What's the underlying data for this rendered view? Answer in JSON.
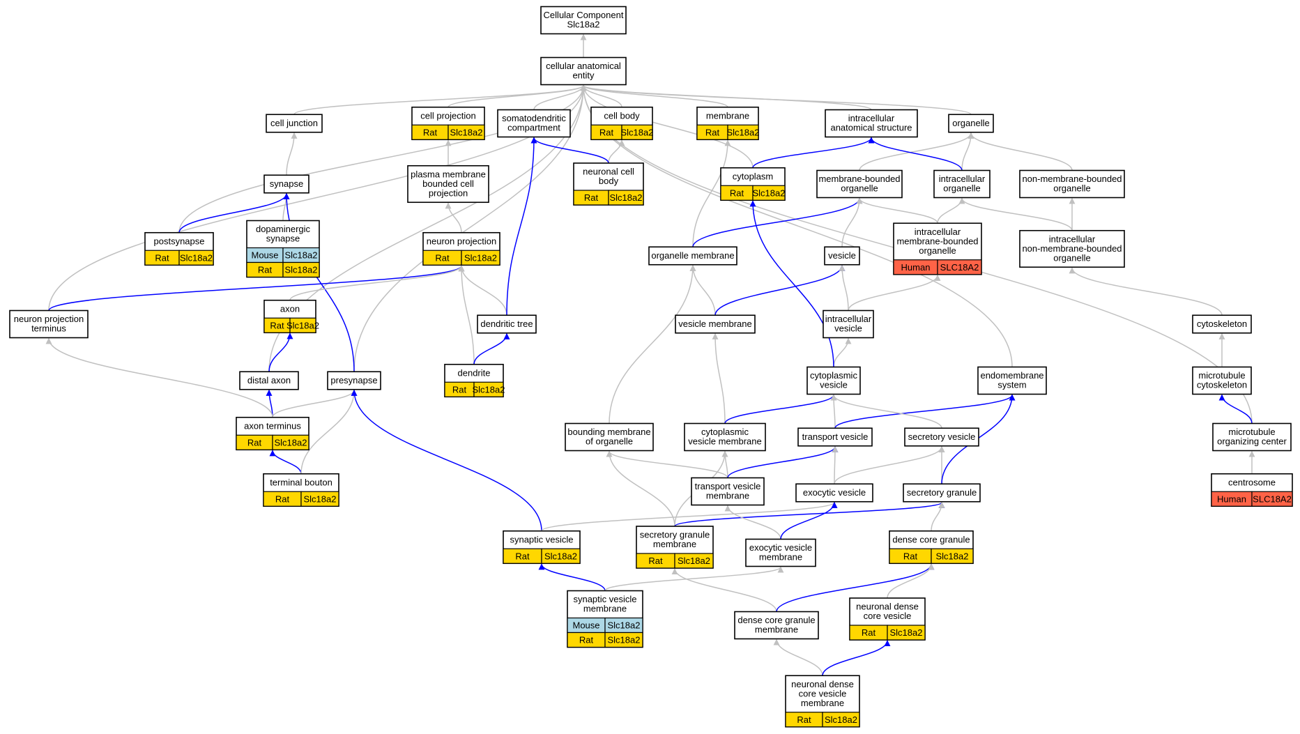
{
  "colors": {
    "rat": "#ffd700",
    "mouse": "#add8e6",
    "human": "#ff6347",
    "edge_is_a": "#c0c0c0",
    "edge_part_of": "#0000ff"
  },
  "nodes": [
    {
      "id": "cc",
      "name": "node-cellular-component",
      "lines": [
        "Cellular Component",
        "Slc18a2"
      ],
      "species": []
    },
    {
      "id": "cae",
      "name": "node-cellular-anatomical-entity",
      "lines": [
        "cellular anatomical",
        "entity"
      ],
      "species": []
    },
    {
      "id": "cj",
      "name": "node-cell-junction",
      "lines": [
        "cell junction"
      ],
      "species": []
    },
    {
      "id": "cproj",
      "name": "node-cell-projection",
      "lines": [
        "cell projection"
      ],
      "species": [
        [
          "Rat",
          "Slc18a2"
        ]
      ]
    },
    {
      "id": "somato",
      "name": "node-somatodendritic-compartment",
      "lines": [
        "somatodendritic",
        "compartment"
      ],
      "species": []
    },
    {
      "id": "cbody",
      "name": "node-cell-body",
      "lines": [
        "cell body"
      ],
      "species": [
        [
          "Rat",
          "Slc18a2"
        ]
      ]
    },
    {
      "id": "membrane",
      "name": "node-membrane",
      "lines": [
        "membrane"
      ],
      "species": [
        [
          "Rat",
          "Slc18a2"
        ]
      ]
    },
    {
      "id": "ias",
      "name": "node-intracellular-anatomical-structure",
      "lines": [
        "intracellular",
        "anatomical structure"
      ],
      "species": []
    },
    {
      "id": "organelle",
      "name": "node-organelle",
      "lines": [
        "organelle"
      ],
      "species": []
    },
    {
      "id": "synapse",
      "name": "node-synapse",
      "lines": [
        "synapse"
      ],
      "species": []
    },
    {
      "id": "pmbcp",
      "name": "node-plasma-membrane-bounded-cell-projection",
      "lines": [
        "plasma membrane",
        "bounded cell",
        "projection"
      ],
      "species": []
    },
    {
      "id": "ncb",
      "name": "node-neuronal-cell-body",
      "lines": [
        "neuronal cell",
        "body"
      ],
      "species": [
        [
          "Rat",
          "Slc18a2"
        ]
      ]
    },
    {
      "id": "cytoplasm",
      "name": "node-cytoplasm",
      "lines": [
        "cytoplasm"
      ],
      "species": [
        [
          "Rat",
          "Slc18a2"
        ]
      ]
    },
    {
      "id": "mbo",
      "name": "node-membrane-bounded-organelle",
      "lines": [
        "membrane-bounded",
        "organelle"
      ],
      "species": []
    },
    {
      "id": "io",
      "name": "node-intracellular-organelle",
      "lines": [
        "intracellular",
        "organelle"
      ],
      "species": []
    },
    {
      "id": "nmbo",
      "name": "node-non-membrane-bounded-organelle",
      "lines": [
        "non-membrane-bounded",
        "organelle"
      ],
      "species": []
    },
    {
      "id": "postsyn",
      "name": "node-postsynapse",
      "lines": [
        "postsynapse"
      ],
      "species": [
        [
          "Rat",
          "Slc18a2"
        ]
      ]
    },
    {
      "id": "dasyn",
      "name": "node-dopaminergic-synapse",
      "lines": [
        "dopaminergic",
        "synapse"
      ],
      "species": [
        [
          "Mouse",
          "Slc18a2"
        ],
        [
          "Rat",
          "Slc18a2"
        ]
      ]
    },
    {
      "id": "nproj",
      "name": "node-neuron-projection",
      "lines": [
        "neuron projection"
      ],
      "species": [
        [
          "Rat",
          "Slc18a2"
        ]
      ]
    },
    {
      "id": "orgmem",
      "name": "node-organelle-membrane",
      "lines": [
        "organelle membrane"
      ],
      "species": []
    },
    {
      "id": "vesicle",
      "name": "node-vesicle",
      "lines": [
        "vesicle"
      ],
      "species": []
    },
    {
      "id": "imbo",
      "name": "node-intracellular-membrane-bounded-organelle",
      "lines": [
        "intracellular",
        "membrane-bounded",
        "organelle"
      ],
      "species": [
        [
          "Human",
          "SLC18A2"
        ]
      ]
    },
    {
      "id": "inmbo",
      "name": "node-intracellular-non-membrane-bounded-organelle",
      "lines": [
        "intracellular",
        "non-membrane-bounded",
        "organelle"
      ],
      "species": []
    },
    {
      "id": "npt",
      "name": "node-neuron-projection-terminus",
      "lines": [
        "neuron projection",
        "terminus"
      ],
      "species": []
    },
    {
      "id": "axon",
      "name": "node-axon",
      "lines": [
        "axon"
      ],
      "species": [
        [
          "Rat",
          "Slc18a2"
        ]
      ]
    },
    {
      "id": "dtree",
      "name": "node-dendritic-tree",
      "lines": [
        "dendritic tree"
      ],
      "species": []
    },
    {
      "id": "vesmem",
      "name": "node-vesicle-membrane",
      "lines": [
        "vesicle membrane"
      ],
      "species": []
    },
    {
      "id": "ivesicle",
      "name": "node-intracellular-vesicle",
      "lines": [
        "intracellular",
        "vesicle"
      ],
      "species": []
    },
    {
      "id": "cytoskel",
      "name": "node-cytoskeleton",
      "lines": [
        "cytoskeleton"
      ],
      "species": []
    },
    {
      "id": "daxon",
      "name": "node-distal-axon",
      "lines": [
        "distal axon"
      ],
      "species": []
    },
    {
      "id": "presyn",
      "name": "node-presynapse",
      "lines": [
        "presynapse"
      ],
      "species": []
    },
    {
      "id": "dendrite",
      "name": "node-dendrite",
      "lines": [
        "dendrite"
      ],
      "species": [
        [
          "Rat",
          "Slc18a2"
        ]
      ]
    },
    {
      "id": "cytves",
      "name": "node-cytoplasmic-vesicle",
      "lines": [
        "cytoplasmic",
        "vesicle"
      ],
      "species": []
    },
    {
      "id": "endo",
      "name": "node-endomembrane-system",
      "lines": [
        "endomembrane",
        "system"
      ],
      "species": []
    },
    {
      "id": "mtcyto",
      "name": "node-microtubule-cytoskeleton",
      "lines": [
        "microtubule",
        "cytoskeleton"
      ],
      "species": []
    },
    {
      "id": "axterm",
      "name": "node-axon-terminus",
      "lines": [
        "axon terminus"
      ],
      "species": [
        [
          "Rat",
          "Slc18a2"
        ]
      ]
    },
    {
      "id": "bmo",
      "name": "node-bounding-membrane-of-organelle",
      "lines": [
        "bounding membrane",
        "of organelle"
      ],
      "species": []
    },
    {
      "id": "cvm",
      "name": "node-cytoplasmic-vesicle-membrane",
      "lines": [
        "cytoplasmic",
        "vesicle membrane"
      ],
      "species": []
    },
    {
      "id": "tv",
      "name": "node-transport-vesicle",
      "lines": [
        "transport vesicle"
      ],
      "species": []
    },
    {
      "id": "sv",
      "name": "node-secretory-vesicle",
      "lines": [
        "secretory vesicle"
      ],
      "species": []
    },
    {
      "id": "mtoc",
      "name": "node-microtubule-organizing-center",
      "lines": [
        "microtubule",
        "organizing center"
      ],
      "species": []
    },
    {
      "id": "tbouton",
      "name": "node-terminal-bouton",
      "lines": [
        "terminal bouton"
      ],
      "species": [
        [
          "Rat",
          "Slc18a2"
        ]
      ]
    },
    {
      "id": "tvm",
      "name": "node-transport-vesicle-membrane",
      "lines": [
        "transport vesicle",
        "membrane"
      ],
      "species": []
    },
    {
      "id": "exov",
      "name": "node-exocytic-vesicle",
      "lines": [
        "exocytic vesicle"
      ],
      "species": []
    },
    {
      "id": "sg",
      "name": "node-secretory-granule",
      "lines": [
        "secretory granule"
      ],
      "species": []
    },
    {
      "id": "centrosome",
      "name": "node-centrosome",
      "lines": [
        "centrosome"
      ],
      "species": [
        [
          "Human",
          "SLC18A2"
        ]
      ]
    },
    {
      "id": "synves",
      "name": "node-synaptic-vesicle",
      "lines": [
        "synaptic vesicle"
      ],
      "species": [
        [
          "Rat",
          "Slc18a2"
        ]
      ]
    },
    {
      "id": "sgm",
      "name": "node-secretory-granule-membrane",
      "lines": [
        "secretory granule",
        "membrane"
      ],
      "species": [
        [
          "Rat",
          "Slc18a2"
        ]
      ]
    },
    {
      "id": "exovm",
      "name": "node-exocytic-vesicle-membrane",
      "lines": [
        "exocytic vesicle",
        "membrane"
      ],
      "species": []
    },
    {
      "id": "dcg",
      "name": "node-dense-core-granule",
      "lines": [
        "dense core granule"
      ],
      "species": [
        [
          "Rat",
          "Slc18a2"
        ]
      ]
    },
    {
      "id": "svm",
      "name": "node-synaptic-vesicle-membrane",
      "lines": [
        "synaptic vesicle",
        "membrane"
      ],
      "species": [
        [
          "Mouse",
          "Slc18a2"
        ],
        [
          "Rat",
          "Slc18a2"
        ]
      ]
    },
    {
      "id": "dcgm",
      "name": "node-dense-core-granule-membrane",
      "lines": [
        "dense core granule",
        "membrane"
      ],
      "species": []
    },
    {
      "id": "ndcv",
      "name": "node-neuronal-dense-core-vesicle",
      "lines": [
        "neuronal dense",
        "core vesicle"
      ],
      "species": [
        [
          "Rat",
          "Slc18a2"
        ]
      ]
    },
    {
      "id": "ndcvm",
      "name": "node-neuronal-dense-core-vesicle-membrane",
      "lines": [
        "neuronal dense",
        "core vesicle",
        "membrane"
      ],
      "species": [
        [
          "Rat",
          "Slc18a2"
        ]
      ]
    }
  ],
  "edges": [
    [
      "cae",
      "cc",
      "is_a"
    ],
    [
      "cj",
      "cae",
      "is_a"
    ],
    [
      "cproj",
      "cae",
      "is_a"
    ],
    [
      "somato",
      "cae",
      "is_a"
    ],
    [
      "cbody",
      "cae",
      "is_a"
    ],
    [
      "membrane",
      "cae",
      "is_a"
    ],
    [
      "ias",
      "cae",
      "is_a"
    ],
    [
      "organelle",
      "cae",
      "is_a"
    ],
    [
      "npt",
      "cae",
      "is_a"
    ],
    [
      "postsyn",
      "cae",
      "is_a"
    ],
    [
      "daxon",
      "cae",
      "is_a"
    ],
    [
      "presyn",
      "cae",
      "is_a"
    ],
    [
      "endo",
      "cae",
      "is_a"
    ],
    [
      "mtoc",
      "cae",
      "is_a"
    ],
    [
      "cytoplasm",
      "cae",
      "is_a"
    ],
    [
      "synapse",
      "cj",
      "is_a"
    ],
    [
      "pmbcp",
      "cproj",
      "is_a"
    ],
    [
      "ncb",
      "cbody",
      "is_a"
    ],
    [
      "ncb",
      "somato",
      "part_of"
    ],
    [
      "cytoplasm",
      "ias",
      "part_of"
    ],
    [
      "mbo",
      "organelle",
      "is_a"
    ],
    [
      "io",
      "organelle",
      "is_a"
    ],
    [
      "nmbo",
      "organelle",
      "is_a"
    ],
    [
      "io",
      "ias",
      "part_of"
    ],
    [
      "postsyn",
      "synapse",
      "part_of"
    ],
    [
      "dasyn",
      "synapse",
      "is_a"
    ],
    [
      "presyn",
      "synapse",
      "part_of"
    ],
    [
      "nproj",
      "pmbcp",
      "is_a"
    ],
    [
      "orgmem",
      "membrane",
      "is_a"
    ],
    [
      "orgmem",
      "mbo",
      "part_of"
    ],
    [
      "vesicle",
      "mbo",
      "is_a"
    ],
    [
      "imbo",
      "mbo",
      "is_a"
    ],
    [
      "imbo",
      "io",
      "is_a"
    ],
    [
      "inmbo",
      "nmbo",
      "is_a"
    ],
    [
      "inmbo",
      "io",
      "is_a"
    ],
    [
      "npt",
      "nproj",
      "part_of"
    ],
    [
      "axon",
      "nproj",
      "is_a"
    ],
    [
      "dtree",
      "nproj",
      "is_a"
    ],
    [
      "dtree",
      "somato",
      "part_of"
    ],
    [
      "dendrite",
      "nproj",
      "is_a"
    ],
    [
      "dendrite",
      "dtree",
      "part_of"
    ],
    [
      "vesmem",
      "orgmem",
      "is_a"
    ],
    [
      "vesmem",
      "vesicle",
      "part_of"
    ],
    [
      "ivesicle",
      "vesicle",
      "is_a"
    ],
    [
      "ivesicle",
      "imbo",
      "is_a"
    ],
    [
      "cytoskel",
      "inmbo",
      "is_a"
    ],
    [
      "daxon",
      "axon",
      "part_of"
    ],
    [
      "cytves",
      "ivesicle",
      "is_a"
    ],
    [
      "cytves",
      "cytoplasm",
      "part_of"
    ],
    [
      "mtcyto",
      "cytoskel",
      "is_a"
    ],
    [
      "axterm",
      "daxon",
      "part_of"
    ],
    [
      "axterm",
      "npt",
      "is_a"
    ],
    [
      "axterm",
      "presyn",
      "is_a"
    ],
    [
      "bmo",
      "orgmem",
      "is_a"
    ],
    [
      "cvm",
      "vesmem",
      "is_a"
    ],
    [
      "cvm",
      "cytves",
      "part_of"
    ],
    [
      "tv",
      "cytves",
      "is_a"
    ],
    [
      "tv",
      "endo",
      "part_of"
    ],
    [
      "sv",
      "cytves",
      "is_a"
    ],
    [
      "mtoc",
      "mtcyto",
      "part_of"
    ],
    [
      "tbouton",
      "axterm",
      "part_of"
    ],
    [
      "tbouton",
      "presyn",
      "is_a"
    ],
    [
      "tvm",
      "bmo",
      "is_a"
    ],
    [
      "tvm",
      "cvm",
      "is_a"
    ],
    [
      "tvm",
      "tv",
      "part_of"
    ],
    [
      "exov",
      "tv",
      "is_a"
    ],
    [
      "exov",
      "sv",
      "is_a"
    ],
    [
      "sg",
      "sv",
      "is_a"
    ],
    [
      "sg",
      "endo",
      "part_of"
    ],
    [
      "centrosome",
      "mtoc",
      "is_a"
    ],
    [
      "synves",
      "presyn",
      "part_of"
    ],
    [
      "synves",
      "exov",
      "is_a"
    ],
    [
      "sgm",
      "bmo",
      "is_a"
    ],
    [
      "sgm",
      "cvm",
      "is_a"
    ],
    [
      "sgm",
      "sg",
      "part_of"
    ],
    [
      "exovm",
      "tvm",
      "is_a"
    ],
    [
      "exovm",
      "exov",
      "part_of"
    ],
    [
      "dcg",
      "sg",
      "is_a"
    ],
    [
      "svm",
      "synves",
      "part_of"
    ],
    [
      "svm",
      "exovm",
      "is_a"
    ],
    [
      "dcgm",
      "sgm",
      "is_a"
    ],
    [
      "dcgm",
      "dcg",
      "part_of"
    ],
    [
      "ndcv",
      "dcg",
      "is_a"
    ],
    [
      "ndcvm",
      "dcgm",
      "is_a"
    ],
    [
      "ndcvm",
      "ndcv",
      "part_of"
    ]
  ]
}
